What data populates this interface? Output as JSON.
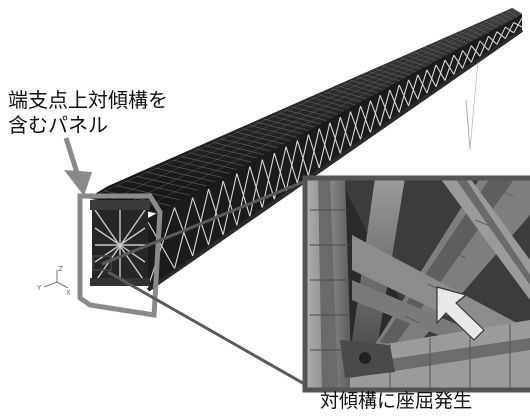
{
  "figure": {
    "callout_panel": {
      "line1": "端支点上対傾構を",
      "line2": "含むパネル"
    },
    "callout_zoom": {
      "text": "対傾構に座屈発生"
    },
    "axis_triad": {
      "x": "X",
      "y": "Y",
      "z": "Z"
    },
    "colors": {
      "frame_gray": "#8a8a8a",
      "zoom_border": "#555555",
      "bridge_dark": "#1e1e1e",
      "member_light": "#8f8f8f",
      "arrow_fill": "#e8e8e8"
    }
  }
}
